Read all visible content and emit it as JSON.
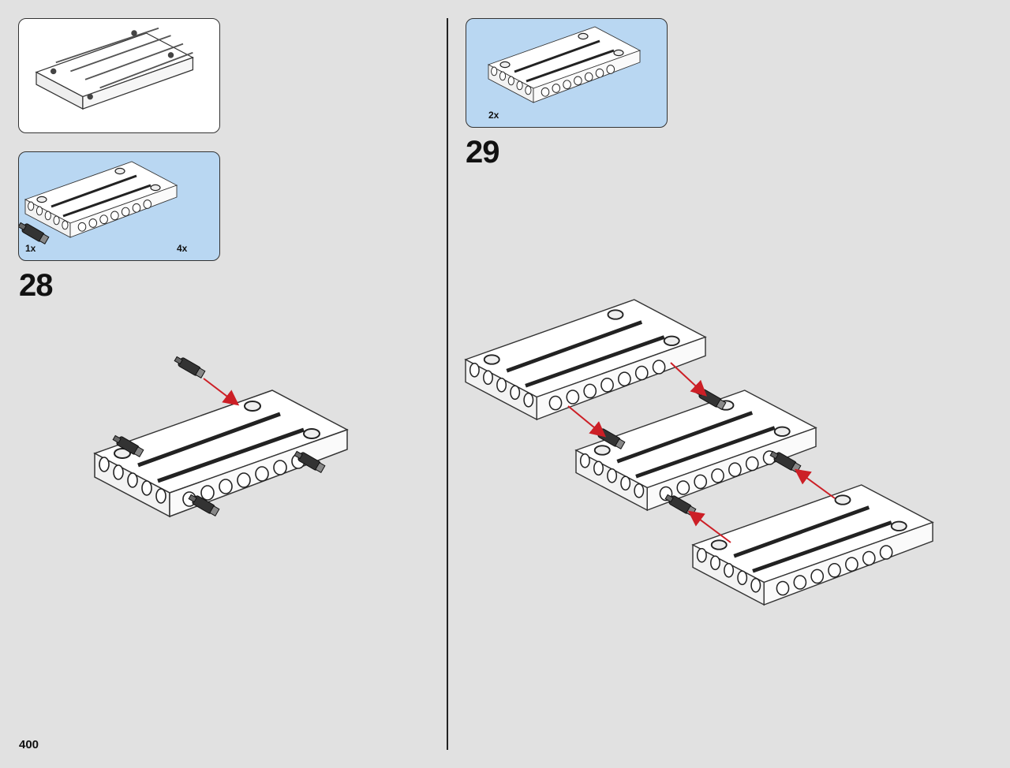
{
  "page": {
    "number": "400"
  },
  "colors": {
    "callout_blue": "#b9d7f2",
    "arrow_red": "#cc1f26",
    "background": "#e1e1e1"
  },
  "steps": [
    {
      "number": "28",
      "parts": [
        {
          "qty": "1x",
          "part_icon": "beam-panel-icon"
        },
        {
          "qty": "4x",
          "part_icon": "axle-pin-icon"
        }
      ]
    },
    {
      "number": "29",
      "parts": [
        {
          "qty": "2x",
          "part_icon": "beam-panel-icon"
        }
      ]
    }
  ]
}
